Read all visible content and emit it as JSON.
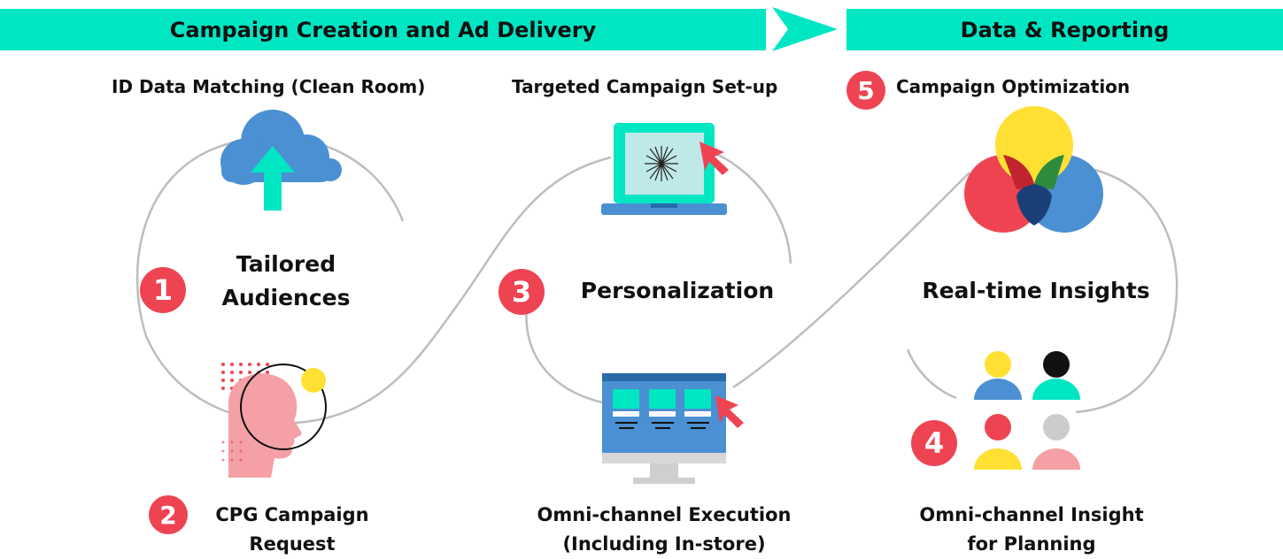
{
  "colors": {
    "banner": "#00e6c3",
    "badge": "#ee4452",
    "text": "#111111",
    "loop": "#bdbdbd"
  },
  "header": {
    "left_banner": "Campaign Creation and Ad Delivery",
    "right_banner": "Data & Reporting",
    "arrow_icon": "chevron-right-icon"
  },
  "top_labels": {
    "id_matching": "ID Data Matching (Clean Room)",
    "targeted_setup": "Targeted Campaign Set-up",
    "optimization": "Campaign Optimization"
  },
  "center_labels": {
    "tailored_line1": "Tailored",
    "tailored_line2": "Audiences",
    "personalization": "Personalization",
    "insights": "Real-time Insights"
  },
  "bottom_labels": {
    "cpg_line1": "CPG Campaign",
    "cpg_line2": "Request",
    "omni_exec_line1": "Omni-channel Execution",
    "omni_exec_line2": "(Including In-store)",
    "omni_insight_line1": "Omni-channel Insight",
    "omni_insight_line2": "for Planning"
  },
  "badges": {
    "one": "1",
    "two": "2",
    "three": "3",
    "four": "4",
    "five": "5"
  },
  "icons": {
    "cloud": "cloud-upload-icon",
    "laptop": "laptop-icon",
    "venn": "venn-diagram-icon",
    "head": "head-profile-icon",
    "monitor": "desktop-monitor-icon",
    "people": "people-group-icon"
  }
}
